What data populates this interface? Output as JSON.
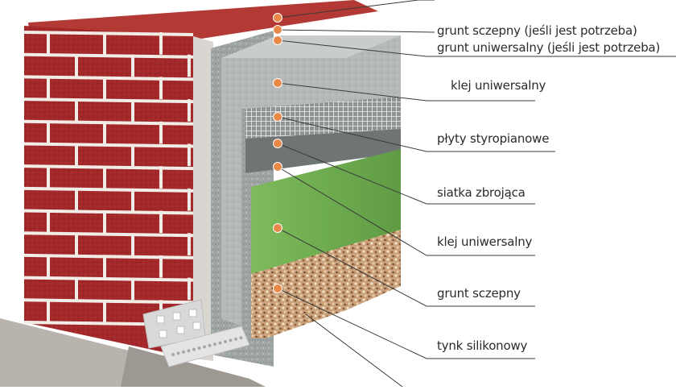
{
  "diagram": {
    "labels": [
      "grunt sczepny (jeśli jest potrzeba)",
      "grunt uniwersalny (jeśli jest potrzeba)",
      "klej uniwersalny",
      "płyty styropianowe",
      "siatka zbrojąca",
      "klej uniwersalny",
      "grunt sczepny",
      "tynk silikonowy"
    ],
    "colors": {
      "brick": "#a3282a",
      "mortar": "#f2ece6",
      "plaster_grey": "#9ea3a4",
      "styrofoam": "#b9bdbd",
      "mesh": "#dcdcdc",
      "green_finish": "#6cab4c",
      "silicone_render": "#c9a27d",
      "marker_orange": "#e8894a",
      "leader_line": "#3a3a3a"
    }
  }
}
